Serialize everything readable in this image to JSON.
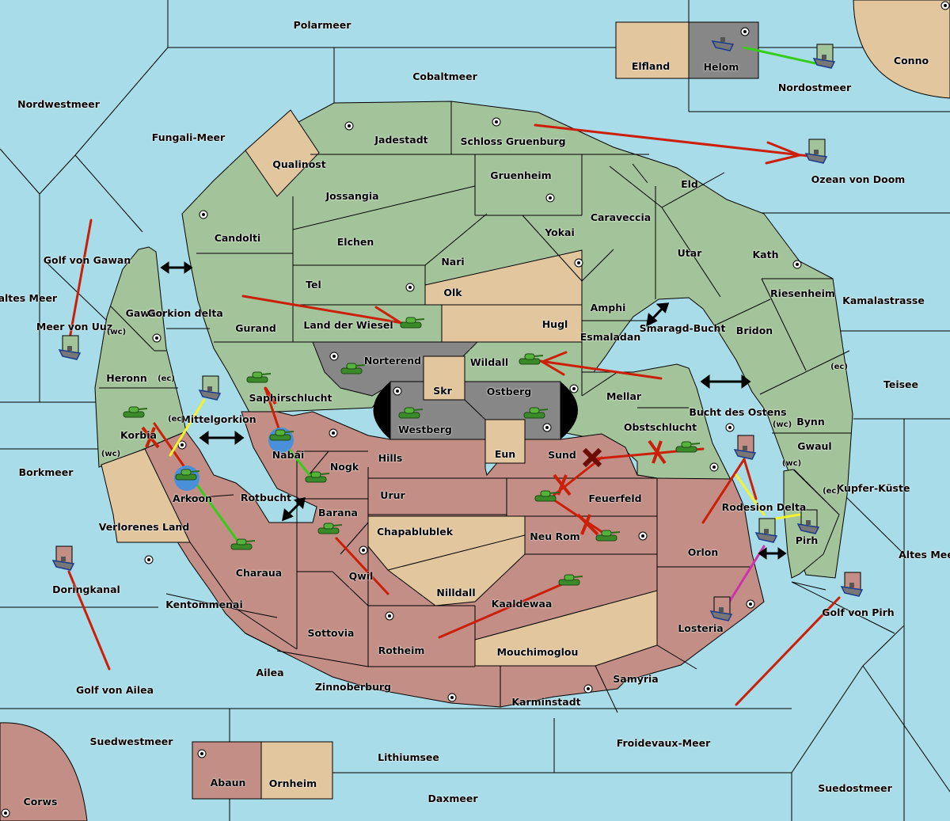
{
  "colors": {
    "sea": "#a8dce8",
    "green_power": "#a3c49a",
    "red_power": "#c28e85",
    "neutral": "#e2c69e",
    "impassable": "#878787",
    "move_order": "#cc1f0a",
    "support_order": "#36cc1a",
    "convoy_order": "#f6f22a",
    "retreat_order": "#cc33aa"
  },
  "regions": [
    {
      "name": "Polarmeer",
      "type": "sea"
    },
    {
      "name": "Cobaltmeer",
      "type": "sea"
    },
    {
      "name": "Nordwestmeer",
      "type": "sea"
    },
    {
      "name": "Fungali-Meer",
      "type": "sea"
    },
    {
      "name": "Elfland",
      "type": "neutral"
    },
    {
      "name": "Helom",
      "type": "impassable"
    },
    {
      "name": "Nordostmeer",
      "type": "sea"
    },
    {
      "name": "Conno",
      "type": "neutral"
    },
    {
      "name": "Qualinost",
      "type": "neutral"
    },
    {
      "name": "Jadestadt",
      "type": "green"
    },
    {
      "name": "Schloss Gruenburg",
      "type": "green"
    },
    {
      "name": "Ozean von Doom",
      "type": "sea"
    },
    {
      "name": "Jossangia",
      "type": "green"
    },
    {
      "name": "Gruenheim",
      "type": "green"
    },
    {
      "name": "Eld",
      "type": "green"
    },
    {
      "name": "Candolti",
      "type": "green"
    },
    {
      "name": "Caraveccia",
      "type": "green"
    },
    {
      "name": "Elchen",
      "type": "green"
    },
    {
      "name": "Yokai",
      "type": "green"
    },
    {
      "name": "Golf von Gawan",
      "type": "sea"
    },
    {
      "name": "Nari",
      "type": "green"
    },
    {
      "name": "Utar",
      "type": "green"
    },
    {
      "name": "Kath",
      "type": "green"
    },
    {
      "name": "Tel",
      "type": "green"
    },
    {
      "name": "Olk",
      "type": "neutral"
    },
    {
      "name": "Kaltes Meer",
      "type": "sea"
    },
    {
      "name": "Riesenheim",
      "type": "green"
    },
    {
      "name": "Kamalastrasse",
      "type": "sea"
    },
    {
      "name": "Gawar",
      "type": "green"
    },
    {
      "name": "Gorkion delta",
      "type": "sea"
    },
    {
      "name": "Amphi",
      "type": "green"
    },
    {
      "name": "Smaragd-Bucht",
      "type": "sea"
    },
    {
      "name": "Meer von Uuz",
      "type": "sea"
    },
    {
      "name": "Gurand",
      "type": "green"
    },
    {
      "name": "Land der Wiesel",
      "type": "green"
    },
    {
      "name": "Hugl",
      "type": "neutral"
    },
    {
      "name": "Bridon",
      "type": "green"
    },
    {
      "name": "Esmaladan",
      "type": "green"
    },
    {
      "name": "Norterend",
      "type": "impassable"
    },
    {
      "name": "Wildall",
      "type": "green"
    },
    {
      "name": "Heronn",
      "type": "green"
    },
    {
      "name": "Skr",
      "type": "neutral"
    },
    {
      "name": "Ostberg",
      "type": "impassable"
    },
    {
      "name": "Mellar",
      "type": "green"
    },
    {
      "name": "Teisee",
      "type": "sea"
    },
    {
      "name": "Saphirschlucht",
      "type": "green"
    },
    {
      "name": "Mittelgorkion",
      "type": "sea"
    },
    {
      "name": "Westberg",
      "type": "impassable"
    },
    {
      "name": "Obstschlucht",
      "type": "green"
    },
    {
      "name": "Bucht des Ostens",
      "type": "sea"
    },
    {
      "name": "Korbia",
      "type": "green"
    },
    {
      "name": "Bynn",
      "type": "green"
    },
    {
      "name": "Nabai",
      "type": "red"
    },
    {
      "name": "Eun",
      "type": "neutral"
    },
    {
      "name": "Sund",
      "type": "red"
    },
    {
      "name": "Hills",
      "type": "red"
    },
    {
      "name": "Gwaul",
      "type": "green"
    },
    {
      "name": "Borkmeer",
      "type": "sea"
    },
    {
      "name": "Nogk",
      "type": "red"
    },
    {
      "name": "Kupfer-Küste",
      "type": "sea"
    },
    {
      "name": "Arkoon",
      "type": "red"
    },
    {
      "name": "Rotbucht",
      "type": "sea"
    },
    {
      "name": "Urur",
      "type": "red"
    },
    {
      "name": "Feuerfeld",
      "type": "red"
    },
    {
      "name": "Rodesion Delta",
      "type": "sea"
    },
    {
      "name": "Barana",
      "type": "red"
    },
    {
      "name": "Verlorenes Land",
      "type": "neutral"
    },
    {
      "name": "Chapablublek",
      "type": "neutral"
    },
    {
      "name": "Neu Rom",
      "type": "red"
    },
    {
      "name": "Pirh",
      "type": "green"
    },
    {
      "name": "Orlon",
      "type": "red"
    },
    {
      "name": "Altes Meer",
      "type": "sea"
    },
    {
      "name": "Charaua",
      "type": "red"
    },
    {
      "name": "Qwil",
      "type": "red"
    },
    {
      "name": "Doringkanal",
      "type": "sea"
    },
    {
      "name": "Nilldall",
      "type": "neutral"
    },
    {
      "name": "Kentommenai",
      "type": "red"
    },
    {
      "name": "Kaaldewaa",
      "type": "red"
    },
    {
      "name": "Golf von Pirh",
      "type": "sea"
    },
    {
      "name": "Losteria",
      "type": "red"
    },
    {
      "name": "Sottovia",
      "type": "red"
    },
    {
      "name": "Rotheim",
      "type": "red"
    },
    {
      "name": "Mouchimoglou",
      "type": "neutral"
    },
    {
      "name": "Ailea",
      "type": "red"
    },
    {
      "name": "Samyria",
      "type": "red"
    },
    {
      "name": "Golf von Ailea",
      "type": "sea"
    },
    {
      "name": "Zinnoberburg",
      "type": "red"
    },
    {
      "name": "Karminstadt",
      "type": "red"
    },
    {
      "name": "Suedwestmeer",
      "type": "sea"
    },
    {
      "name": "Froidevaux-Meer",
      "type": "sea"
    },
    {
      "name": "Lithiumsee",
      "type": "sea"
    },
    {
      "name": "Abaun",
      "type": "red"
    },
    {
      "name": "Ornheim",
      "type": "neutral"
    },
    {
      "name": "Suedostmeer",
      "type": "sea"
    },
    {
      "name": "Daxmeer",
      "type": "sea"
    },
    {
      "name": "Corws",
      "type": "red"
    }
  ],
  "coast_labels": [
    "(wc)",
    "(ec)",
    "(ec)",
    "(wc)",
    "(ec)",
    "(wc)",
    "(wc)",
    "(ec)"
  ],
  "units": [
    {
      "type": "fleet",
      "power": "impassable",
      "location": "Helom"
    },
    {
      "type": "fleet",
      "power": "green",
      "location": "Nordostmeer"
    },
    {
      "type": "fleet",
      "power": "green",
      "location": "Ozean von Doom"
    },
    {
      "type": "fleet",
      "power": "green",
      "location": "Meer von Uuz"
    },
    {
      "type": "fleet",
      "power": "green",
      "location": "Mittelgorkion"
    },
    {
      "type": "army",
      "power": "green",
      "location": "Land der Wiesel"
    },
    {
      "type": "army",
      "power": "green",
      "location": "Norterend"
    },
    {
      "type": "army",
      "power": "green",
      "location": "Wildall"
    },
    {
      "type": "army",
      "power": "green",
      "location": "Westberg"
    },
    {
      "type": "army",
      "power": "green",
      "location": "Ostberg"
    },
    {
      "type": "army",
      "power": "green",
      "location": "Saphirschlucht"
    },
    {
      "type": "army",
      "power": "green",
      "location": "Korbia"
    },
    {
      "type": "army",
      "power": "green",
      "location": "Obstschlucht"
    },
    {
      "type": "army",
      "power": "red",
      "location": "Nabai",
      "dislodged": true
    },
    {
      "type": "army",
      "power": "red",
      "location": "Arkoon",
      "dislodged": true
    },
    {
      "type": "army",
      "power": "red",
      "location": "Nogk"
    },
    {
      "type": "army",
      "power": "red",
      "location": "Charaua"
    },
    {
      "type": "army",
      "power": "red",
      "location": "Barana"
    },
    {
      "type": "army",
      "power": "red",
      "location": "Feuerfeld"
    },
    {
      "type": "army",
      "power": "red",
      "location": "Neu Rom"
    },
    {
      "type": "army",
      "power": "red",
      "location": "Kaaldewaa"
    },
    {
      "type": "fleet",
      "power": "red",
      "location": "Bucht des Ostens"
    },
    {
      "type": "fleet",
      "power": "green",
      "location": "Rodesion Delta"
    },
    {
      "type": "fleet",
      "power": "green",
      "location": "Pirh"
    },
    {
      "type": "fleet",
      "power": "red",
      "location": "Losteria"
    },
    {
      "type": "fleet",
      "power": "red",
      "location": "Doringkanal"
    },
    {
      "type": "fleet",
      "power": "red",
      "location": "Golf von Pirh"
    }
  ],
  "legend_marks": {
    "supply_center": "dot-in-circle",
    "failed_order": "x-mark",
    "bounce": "burst",
    "dislodged": "blue-circle"
  }
}
